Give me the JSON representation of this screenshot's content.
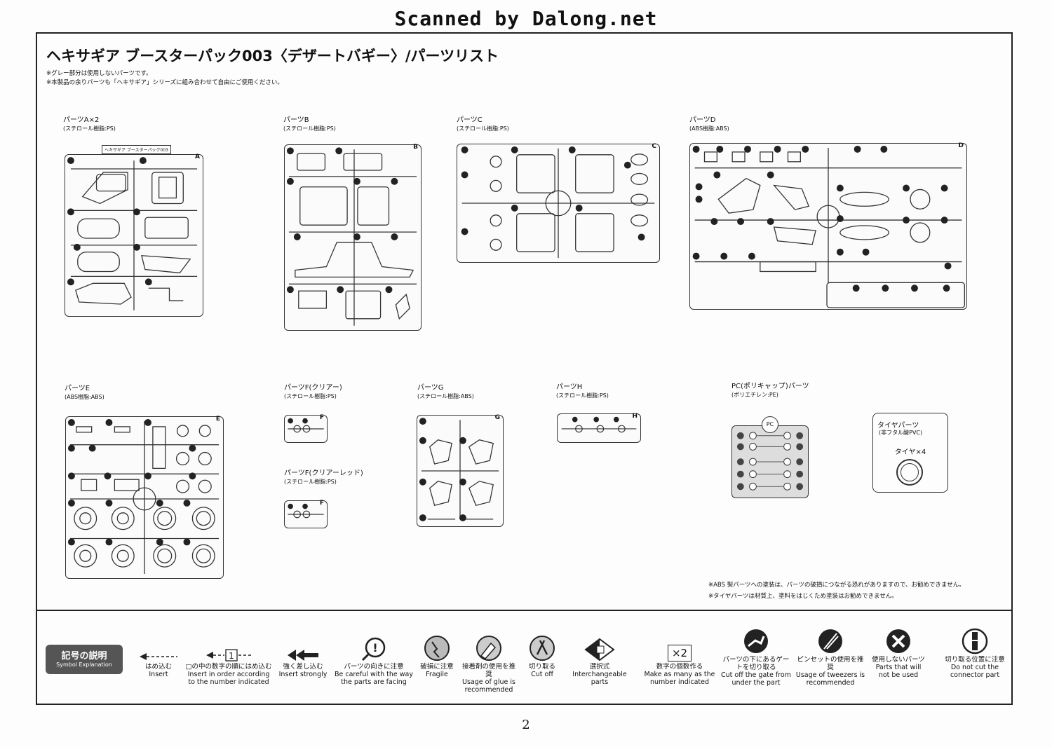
{
  "watermark": "Scanned by Dalong.net",
  "title": "ヘキサギア ブースターパック003〈デザートバギー〉/パーツリスト",
  "notes": [
    "※グレー部分は使用しないパーツです。",
    "※本製品の余りパーツも「ヘキサギア」シリーズに組み合わせて自由にご使用ください。"
  ],
  "parts": {
    "a": {
      "name": "パーツA×2",
      "material": "(スチロール樹脂:PS)",
      "tag": "A",
      "header": "ヘキサギア ブースターパック003"
    },
    "b": {
      "name": "パーツB",
      "material": "(スチロール樹脂:PS)",
      "tag": "B"
    },
    "c": {
      "name": "パーツC",
      "material": "(スチロール樹脂:PS)",
      "tag": "C"
    },
    "d": {
      "name": "パーツD",
      "material": "(ABS樹脂:ABS)",
      "tag": "D"
    },
    "e": {
      "name": "パーツE",
      "material": "(ABS樹脂:ABS)",
      "tag": "E"
    },
    "f": {
      "name": "パーツF(クリアー)",
      "material": "(スチロール樹脂:PS)",
      "tag": "F"
    },
    "fr": {
      "name": "パーツF(クリアーレッド)",
      "material": "(スチロール樹脂:PS)",
      "tag": "F"
    },
    "g": {
      "name": "パーツG",
      "material": "(スチロール樹脂:ABS)",
      "tag": "G"
    },
    "h": {
      "name": "パーツH",
      "material": "(スチロール樹脂:PS)",
      "tag": "H"
    },
    "pc": {
      "name": "PC(ポリキャップ)パーツ",
      "material": "(ポリエチレン:PE)",
      "tag": "PC"
    }
  },
  "tire": {
    "name": "タイヤパーツ",
    "material": "(非フタル酸PVC)",
    "qty": "タイヤ×4"
  },
  "cautions": [
    "※ABS 製パーツへの塗装は、パーツの破損につながる恐れがありますので、お勧めできません。",
    "※タイヤパーツは材質上、塗料をはじくため塗装はお勧めできません。"
  ],
  "symbols": {
    "badge_jp": "記号の説明",
    "badge_en": "Symbol Explanation",
    "items": [
      {
        "jp": "はめ込む",
        "en": "Insert",
        "icon": "dashed-arrow-icon"
      },
      {
        "jp": "□の中の数字の順にはめ込む",
        "en": "Insert in order according to the number indicated",
        "icon": "numbered-arrow-icon",
        "num": "1"
      },
      {
        "jp": "強く差し込む",
        "en": "Insert strongly",
        "icon": "double-arrow-icon"
      },
      {
        "jp": "パーツの向きに注意",
        "en": "Be careful with the way the parts are facing",
        "icon": "magnifier-icon"
      },
      {
        "jp": "破損に注意",
        "en": "Fragile",
        "icon": "fragile-icon"
      },
      {
        "jp": "接着剤の使用を推奨",
        "en": "Usage of glue is recommended",
        "icon": "glue-icon"
      },
      {
        "jp": "切り取る",
        "en": "Cut off",
        "icon": "cut-icon"
      },
      {
        "jp": "選択式",
        "en": "Interchangeable parts",
        "icon": "select-icon"
      },
      {
        "jp": "数字の個数作る",
        "en": "Make as many as the number indicated",
        "icon": "times-two-icon",
        "num": "×2"
      },
      {
        "jp": "パーツの下にあるゲートを切り取る",
        "en": "Cut off the gate from under the part",
        "icon": "gate-cut-icon"
      },
      {
        "jp": "ピンセットの使用を推奨",
        "en": "Usage of tweezers is recommended",
        "icon": "tweezers-icon"
      },
      {
        "jp": "使用しないパーツ",
        "en": "Parts that will not be used",
        "icon": "cross-icon"
      },
      {
        "jp": "切り取る位置に注意",
        "en": "Do not cut the connector part",
        "icon": "connector-icon"
      }
    ]
  },
  "page_number": "2"
}
